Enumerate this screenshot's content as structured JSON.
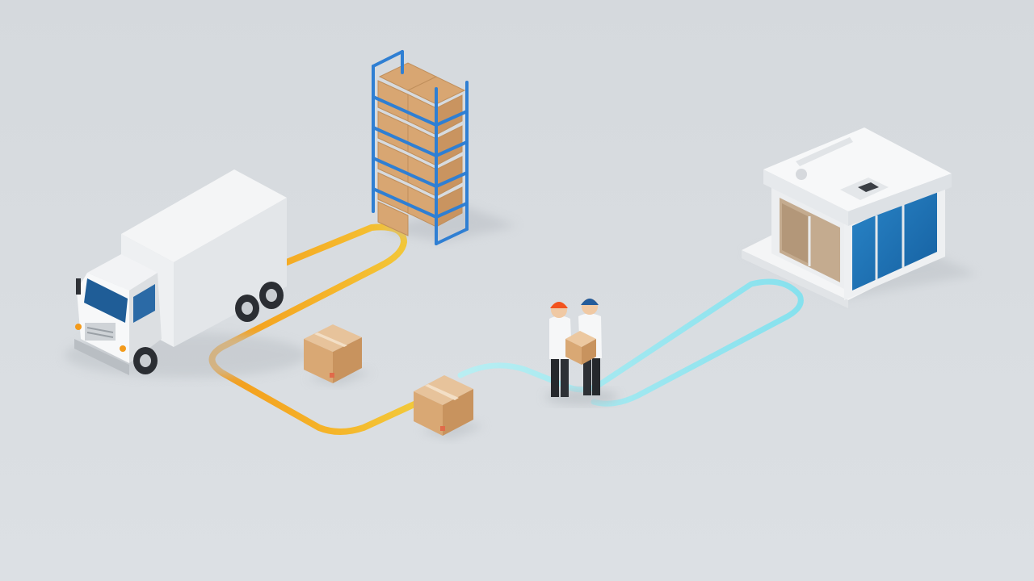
{
  "scene": {
    "description_colors": {
      "background": "#d9dde1",
      "orange_route": "#f29a1d",
      "yellow_route": "#f2c93a",
      "cyan_route": "#8fe3ef",
      "box": "#d9a874",
      "rack_frame": "#2f7fd3",
      "glass": "#1e73b8"
    },
    "objects": [
      {
        "name": "delivery-truck",
        "icon": "truck"
      },
      {
        "name": "warehouse-rack",
        "icon": "shelving-with-boxes"
      },
      {
        "name": "storefront",
        "icon": "shop-building"
      },
      {
        "name": "workers-handoff",
        "icon": "two-people-with-box"
      },
      {
        "name": "parcel",
        "icon": "cardboard-box"
      }
    ]
  }
}
